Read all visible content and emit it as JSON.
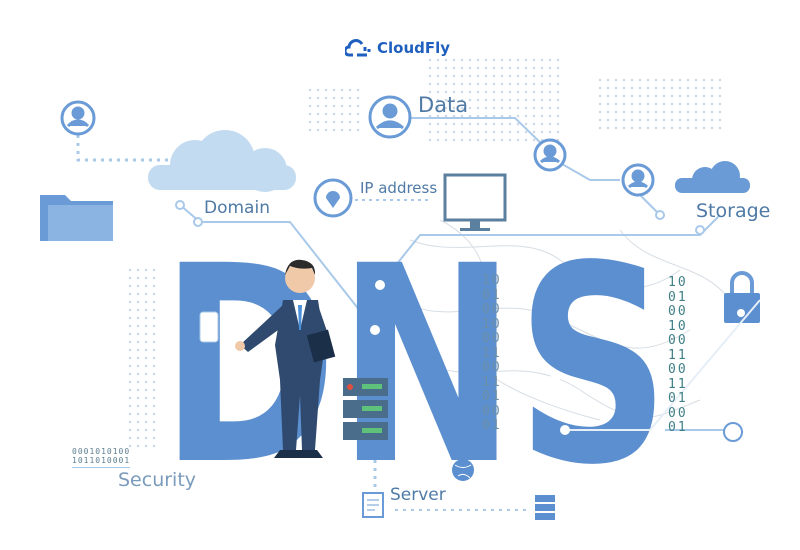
{
  "brand": {
    "name": "CloudFly",
    "color": "#1f5fbf"
  },
  "labels": {
    "data": "Data",
    "ip_address": "IP address",
    "domain": "Domain",
    "storage": "Storage",
    "security": "Security",
    "server": "Server"
  },
  "big_word": "DNS",
  "binary_column_middle": [
    "10",
    "01",
    "00",
    "10",
    "00",
    "11",
    "00",
    "11",
    "01",
    "00",
    "01"
  ],
  "binary_column_right": [
    "10",
    "01",
    "00",
    "10",
    "00",
    "11",
    "00",
    "11",
    "01",
    "00",
    "01"
  ],
  "binary_security": [
    "0001010100",
    "1011010001"
  ],
  "colors": {
    "letters": "#5b8fcf",
    "accent_light": "#a9c9ea",
    "label": "#4f7aa6"
  }
}
